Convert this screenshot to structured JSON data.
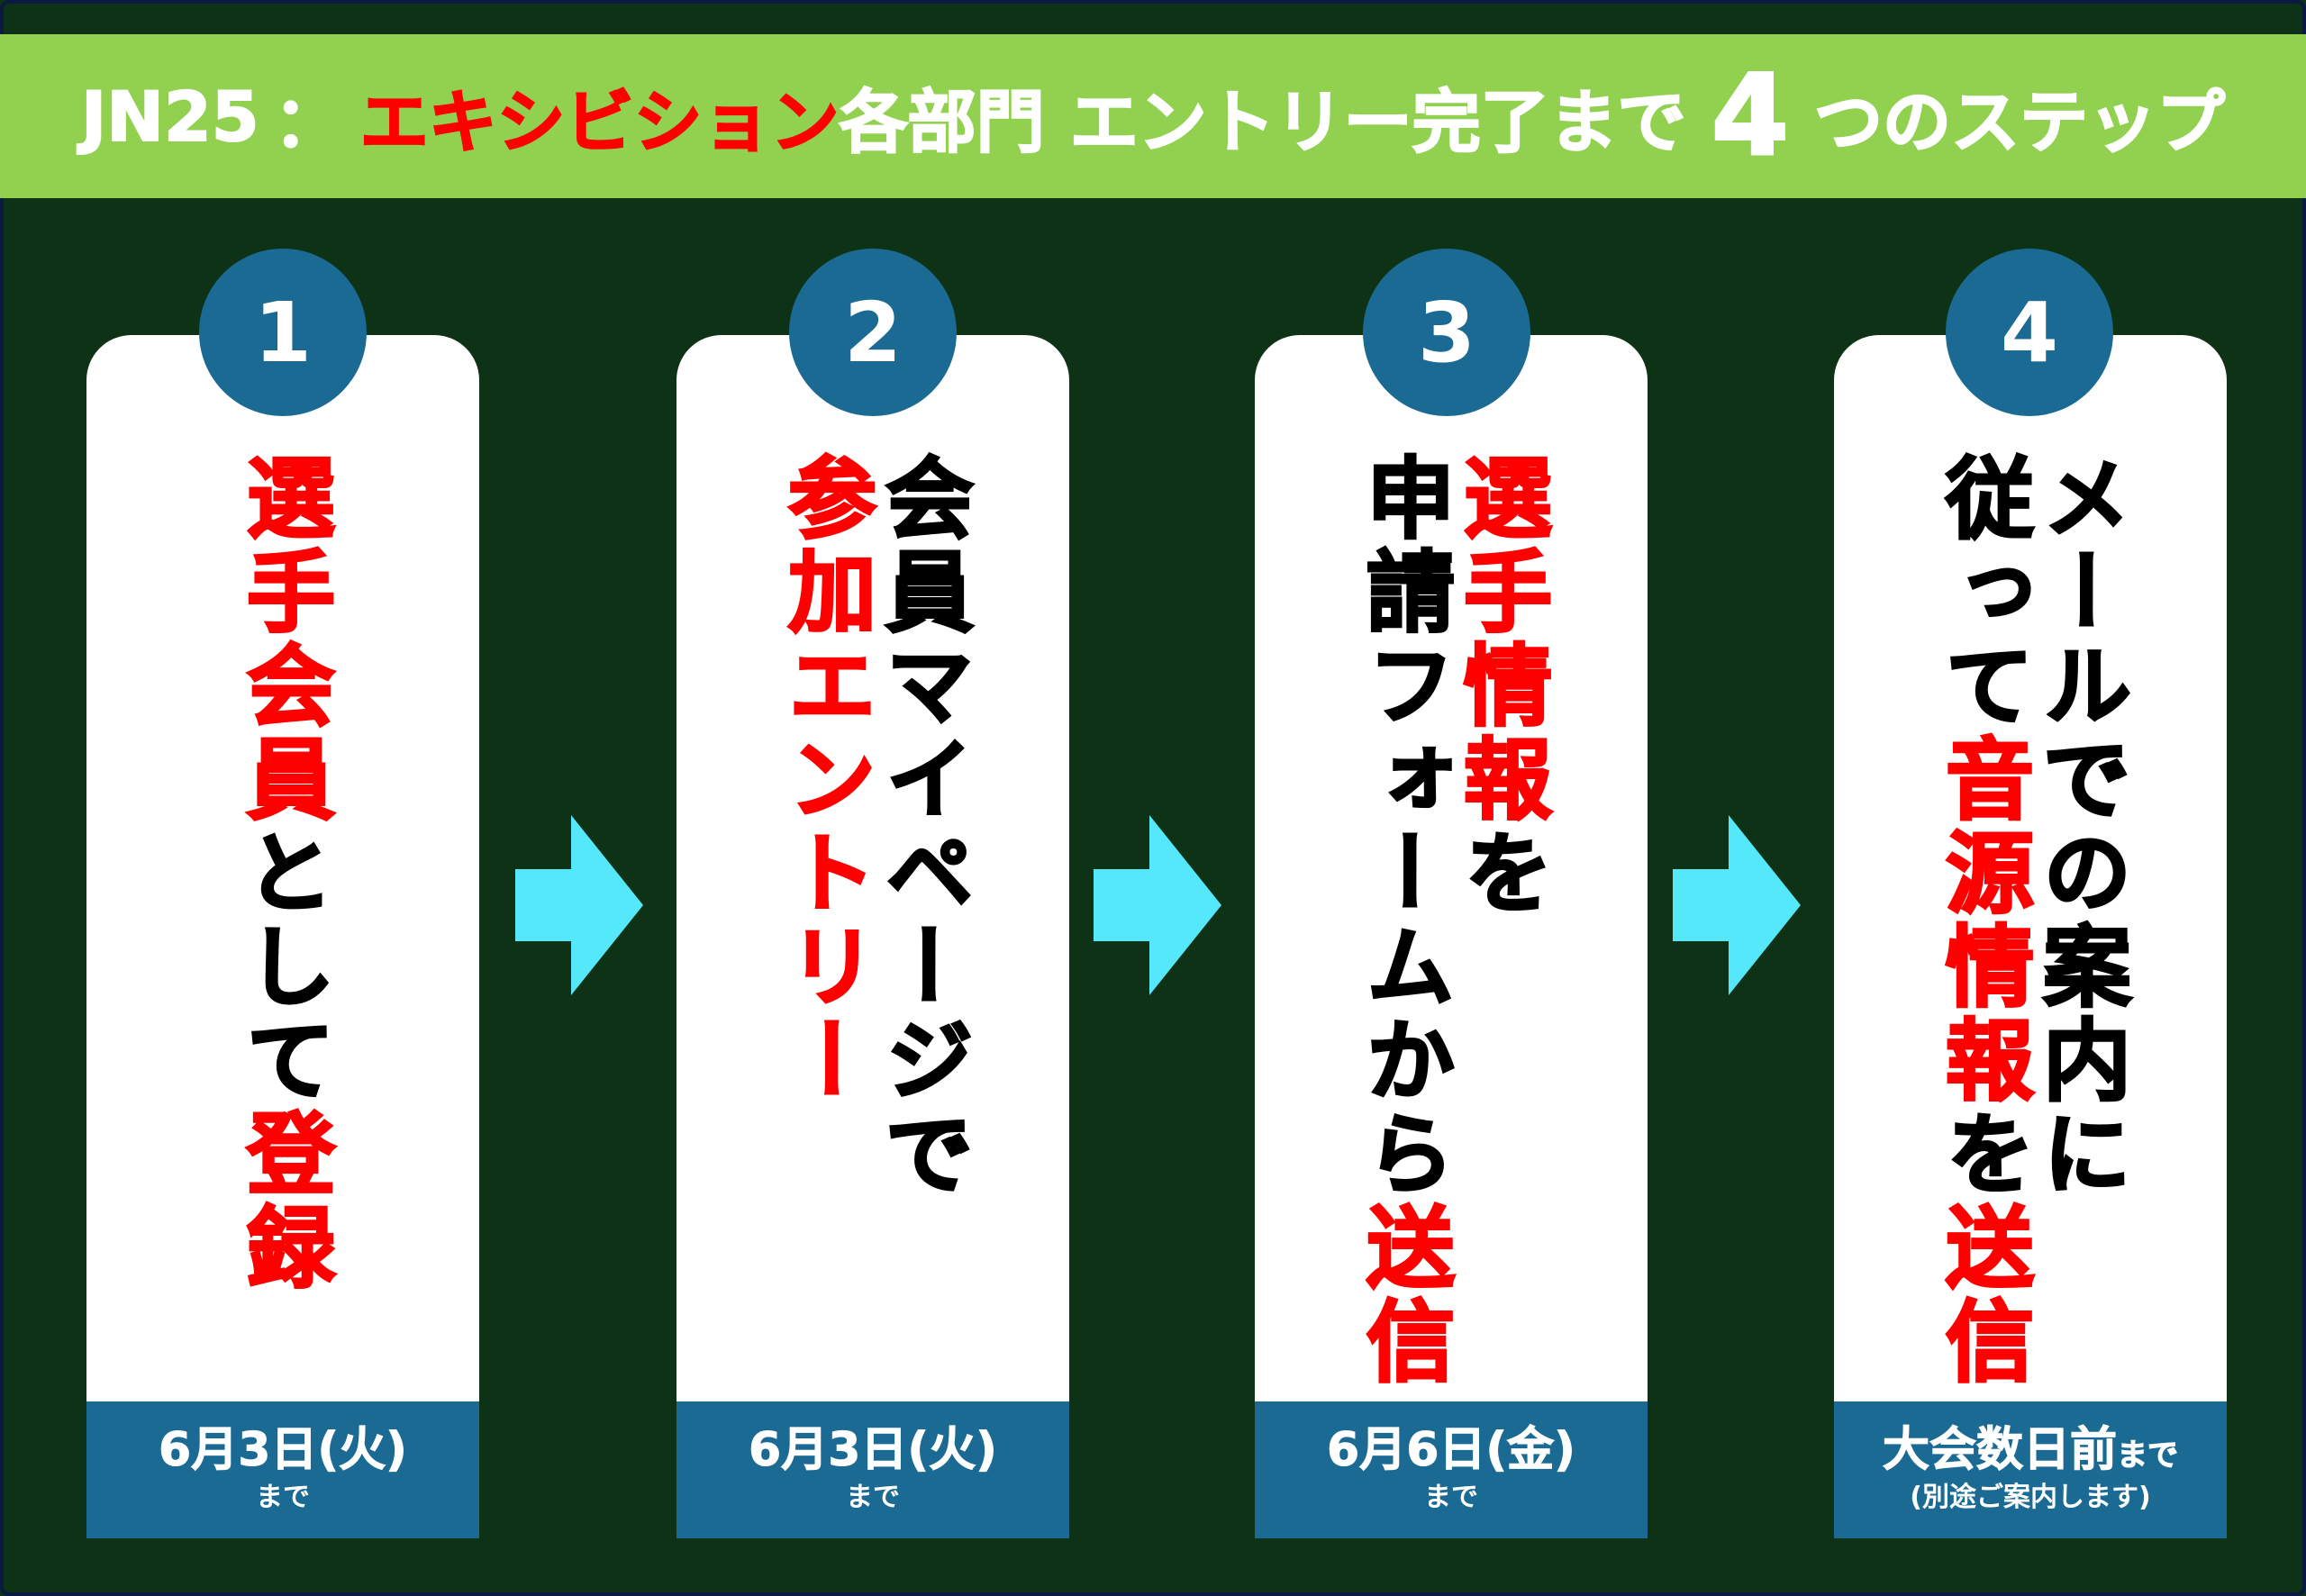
{
  "header": {
    "prefix": "JN25",
    "colon": "：",
    "highlight": "エキシビション",
    "part1": "各部門",
    "part2": "エントリー完了まで",
    "number": "4",
    "suffix": "つのステップ"
  },
  "steps": [
    {
      "number": "1",
      "columns": [
        [
          {
            "text": "選手会員",
            "red": true
          },
          {
            "text": "として",
            "red": false
          },
          {
            "text": "登録",
            "red": true
          }
        ]
      ],
      "deadline": "6月3日(火)",
      "deadline_suffix": "",
      "deadline_sub": "まで"
    },
    {
      "number": "2",
      "columns": [
        [
          {
            "text": "会員マイページで",
            "red": false
          }
        ],
        [
          {
            "text": "参加エントリー",
            "red": true
          }
        ]
      ],
      "deadline": "6月3日(火)",
      "deadline_suffix": "",
      "deadline_sub": "まで"
    },
    {
      "number": "3",
      "columns": [
        [
          {
            "text": "選手情報",
            "red": true
          },
          {
            "text": "を",
            "red": false
          }
        ],
        [
          {
            "text": "申請フォームから",
            "red": false
          },
          {
            "text": "送信",
            "red": true
          }
        ]
      ],
      "deadline": "6月6日(金)",
      "deadline_suffix": "",
      "deadline_sub": "まで"
    },
    {
      "number": "4",
      "columns": [
        [
          {
            "text": "メールでの案内に",
            "red": false
          }
        ],
        [
          {
            "text": "従って",
            "red": false
          },
          {
            "text": "音源情報",
            "red": true
          },
          {
            "text": "を",
            "red": false
          },
          {
            "text": "送信",
            "red": true
          }
        ]
      ],
      "deadline": "大会数日前",
      "deadline_suffix": "まで",
      "deadline_sub": "(別途ご案内します)"
    }
  ],
  "colors": {
    "background": "#0e3216",
    "header_bg": "#92d050",
    "accent_red": "#ff0000",
    "step_blue": "#1a6a94",
    "arrow": "#55e8fb"
  },
  "icons": [
    "arrow-right-icon"
  ]
}
